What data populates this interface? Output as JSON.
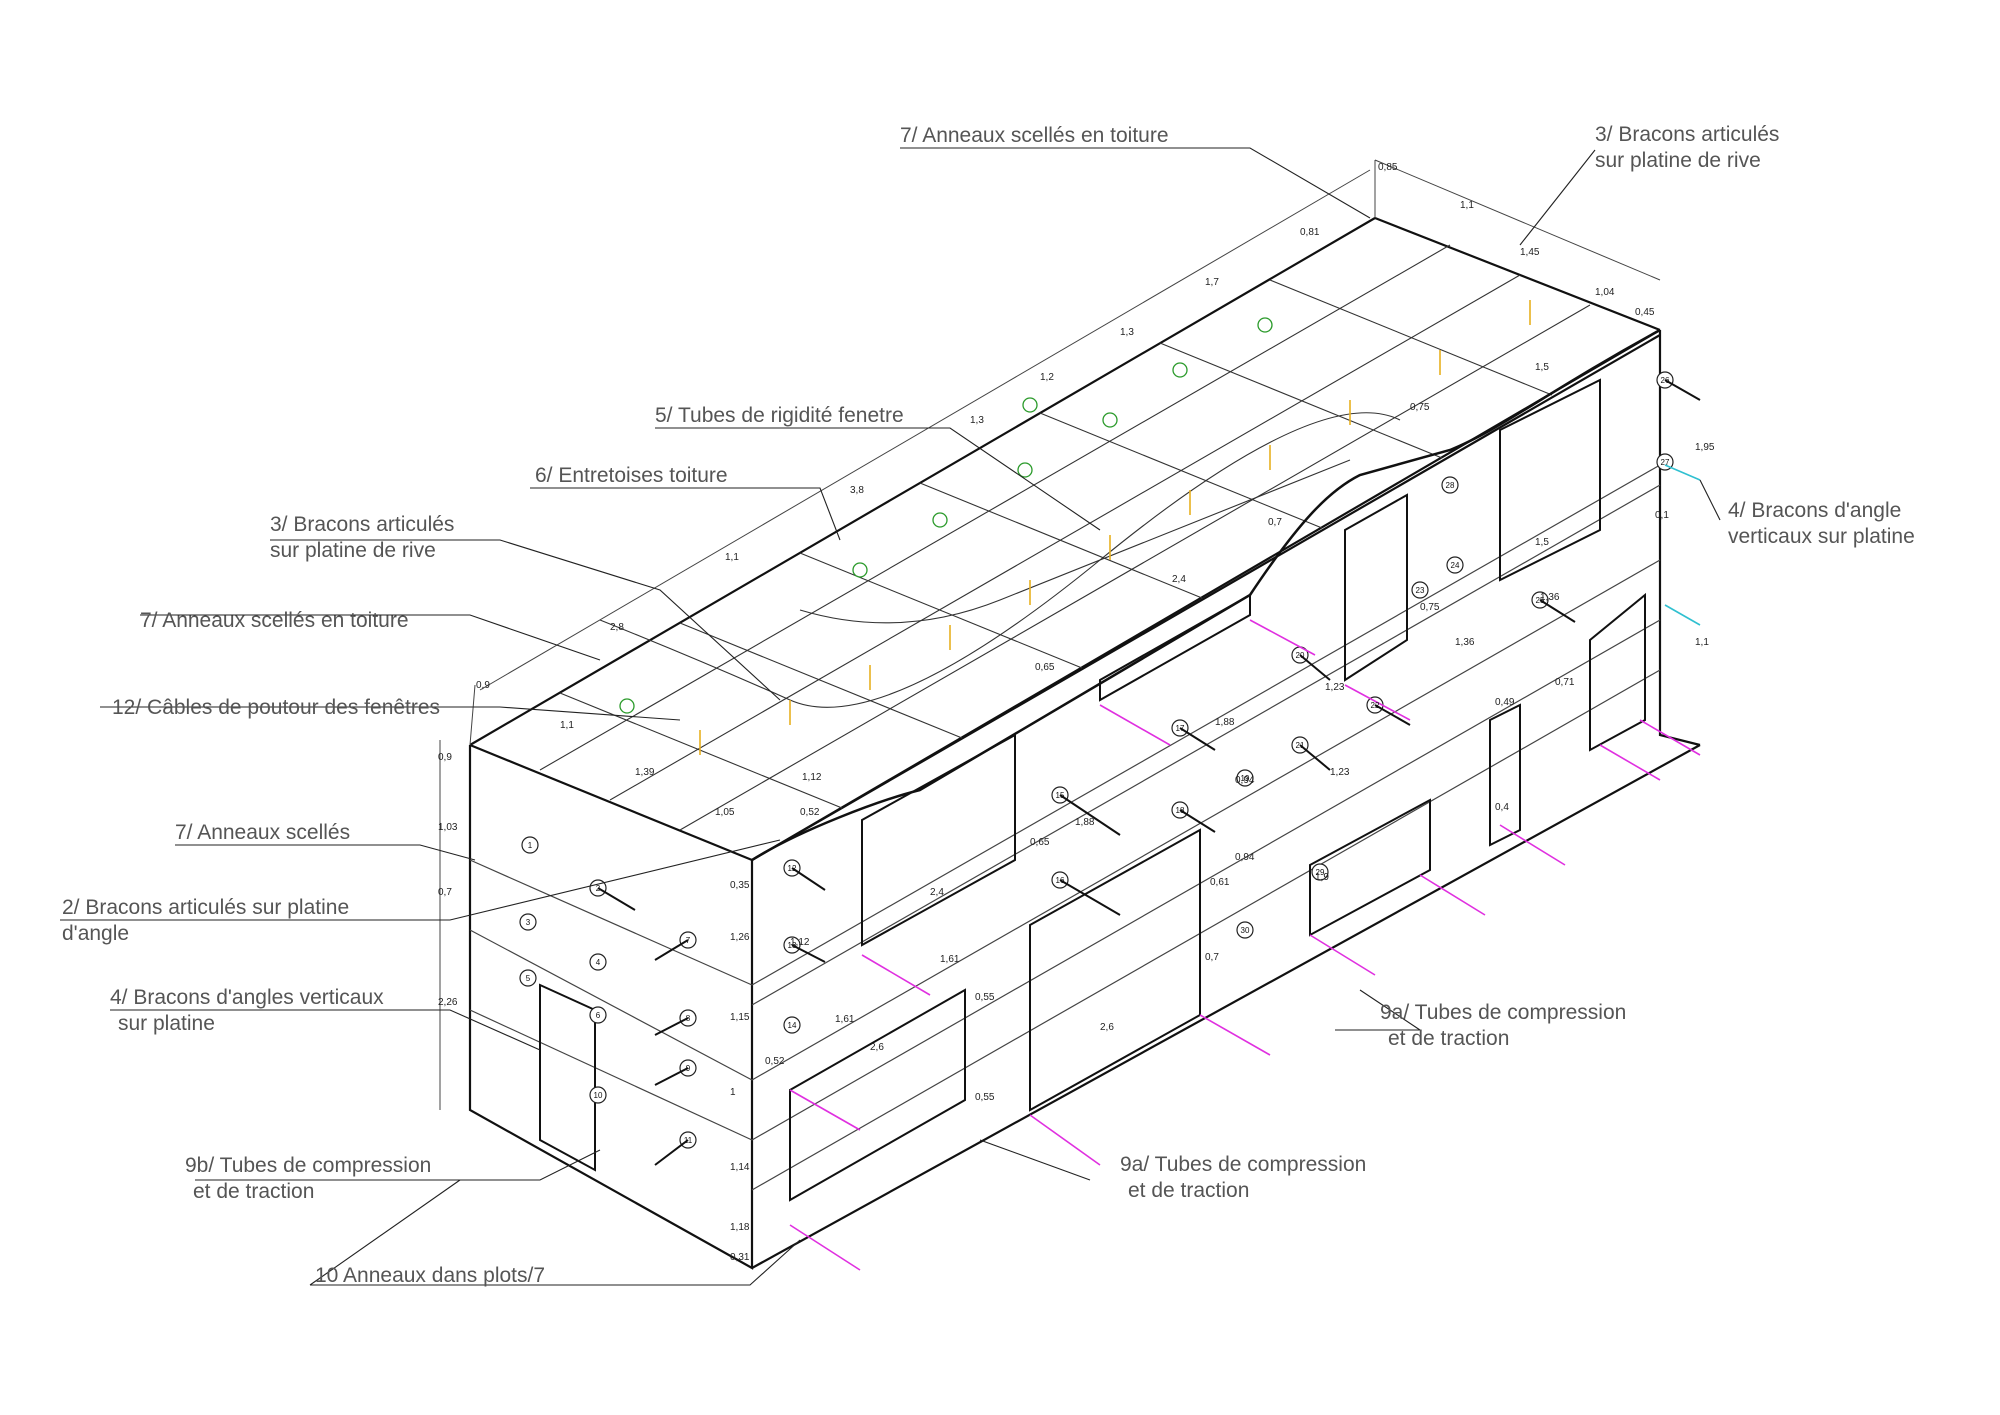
{
  "colors": {
    "line": "#111111",
    "thin": "#444444",
    "label": "#555555",
    "tube": "#e030e0",
    "ring": "#2a9a2a",
    "strut": "#e8b020",
    "brace": "#30c0d0"
  },
  "labels": {
    "anneaux_toiture_top": "7/ Anneaux scellés en toiture",
    "bracons_rive_top_1": "3/ Bracons articulés",
    "bracons_rive_top_2": "sur platine de rive",
    "tubes_rigidite": "5/ Tubes de rigidité fenetre",
    "entretoises": "6/ Entretoises toiture",
    "bracons_rive_left_1": "3/ Bracons articulés",
    "bracons_rive_left_2": "sur platine de rive",
    "anneaux_toiture_left": "7/ Anneaux scellés en toiture",
    "cables": "12/ Câbles de poutour des fenêtres",
    "anneaux_scelles": "7/ Anneaux scellés",
    "bracons_angle_1": "2/ Bracons articulés sur platine",
    "bracons_angle_2": "d'angle",
    "bracons_vert_left_1": "4/ Bracons d'angles verticaux",
    "bracons_vert_left_2": "sur platine",
    "bracons_vert_right_1": "4/ Bracons d'angle",
    "bracons_vert_right_2": "verticaux sur platine",
    "tubes_9a_right_1": "9a/ Tubes de compression",
    "tubes_9a_right_2": "et de traction",
    "tubes_9a_mid_1": "9a/ Tubes de compression",
    "tubes_9a_mid_2": "et de traction",
    "tubes_9b_1": "9b/ Tubes de compression",
    "tubes_9b_2": "et de traction",
    "anneaux_plots": "10 Anneaux dans plots/7"
  },
  "dimensions": {
    "roof_ridge": [
      "2,8",
      "1,1",
      "3,8",
      "1,3",
      "1,2",
      "1,3",
      "1,7",
      "0,81"
    ],
    "roof_top": [
      "0,85",
      "1,1",
      "1,45",
      "1,04",
      "0,45"
    ],
    "gable": [
      "0,9",
      "1,1",
      "1,39",
      "1,05"
    ],
    "left_height": [
      "0,9",
      "1,03",
      "0,7",
      "2,26"
    ],
    "front_height": [
      "0,35",
      "1,26",
      "1,15",
      "1",
      "1,14",
      "1,18",
      "0,31"
    ],
    "window_dims": [
      "2,4",
      "2,4",
      "2,6",
      "2,6",
      "1,9",
      "1,61",
      "1,61",
      "1,12",
      "1,12",
      "0,52",
      "0,52",
      "0,55",
      "0,55",
      "0,65",
      "0,65",
      "0,7",
      "0,7",
      "0,75",
      "0,75",
      "1,5",
      "1,5",
      "1,36",
      "1,36",
      "1,88",
      "1,88",
      "1,23",
      "1,23",
      "0,94",
      "0,94",
      "0,61",
      "0,49",
      "0,71",
      "0,4",
      "0,1"
    ],
    "right_side": [
      "1,95",
      "1,1"
    ]
  },
  "ring_numbers": [
    "1",
    "2",
    "3",
    "4",
    "5",
    "6",
    "7",
    "8",
    "9",
    "10",
    "11",
    "12",
    "13",
    "14",
    "15",
    "16",
    "17",
    "18",
    "19",
    "20",
    "21",
    "22",
    "23",
    "24",
    "25",
    "26",
    "27",
    "28",
    "29",
    "30"
  ]
}
